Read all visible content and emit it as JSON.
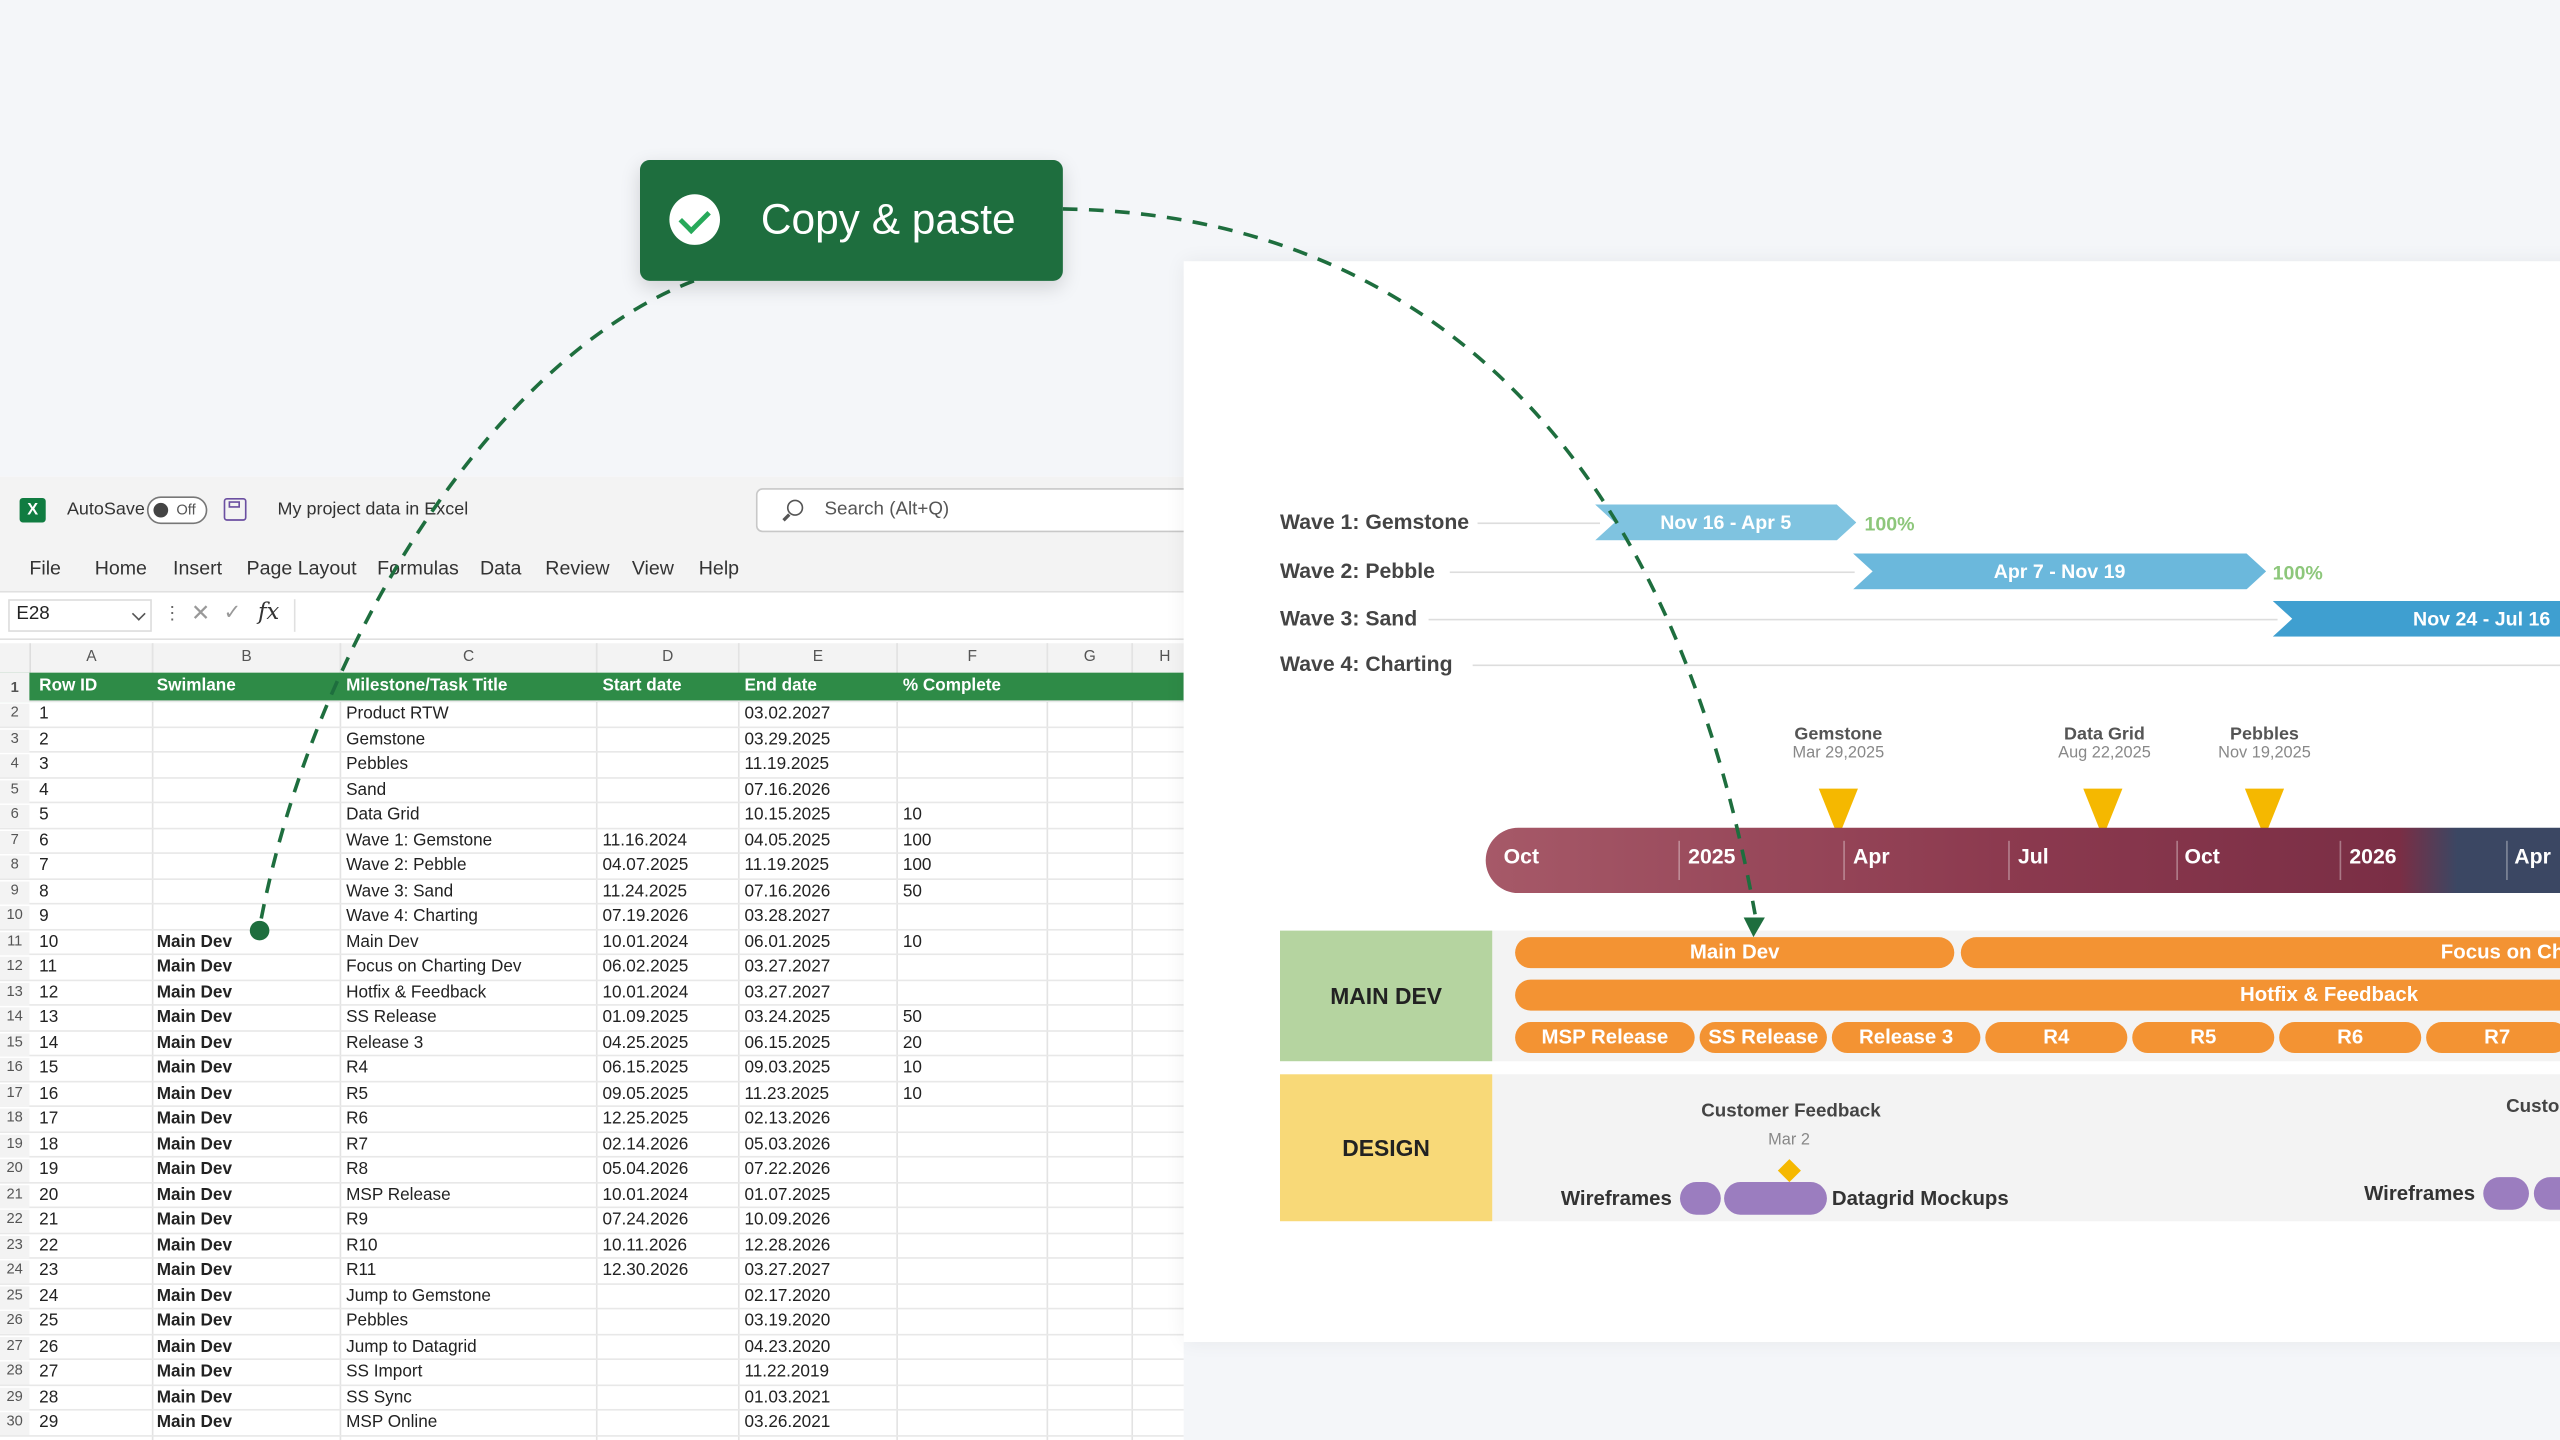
{
  "excel": {
    "autosave_label": "AutoSave",
    "toggle_state": "Off",
    "doc_name": "My project data in Excel",
    "search_placeholder": "Search (Alt+Q)",
    "menu": [
      "File",
      "Home",
      "Insert",
      "Page Layout",
      "Formulas",
      "Data",
      "Review",
      "View",
      "Help"
    ],
    "name_box": "E28",
    "columns": [
      "A",
      "B",
      "C",
      "D",
      "E",
      "F",
      "G",
      "H"
    ],
    "headers": [
      "Row ID",
      "Swimlane",
      "Milestone/Task Title",
      "Start date",
      "End date",
      "% Complete"
    ],
    "rows": [
      [
        "1",
        "",
        "Product RTW",
        "",
        "03.02.2027",
        ""
      ],
      [
        "2",
        "",
        "Gemstone",
        "",
        "03.29.2025",
        ""
      ],
      [
        "3",
        "",
        "Pebbles",
        "",
        "11.19.2025",
        ""
      ],
      [
        "4",
        "",
        "Sand",
        "",
        "07.16.2026",
        ""
      ],
      [
        "5",
        "",
        "Data Grid",
        "",
        "10.15.2025",
        "10"
      ],
      [
        "6",
        "",
        "Wave 1: Gemstone",
        "11.16.2024",
        "04.05.2025",
        "100"
      ],
      [
        "7",
        "",
        "Wave 2: Pebble",
        "04.07.2025",
        "11.19.2025",
        "100"
      ],
      [
        "8",
        "",
        "Wave 3: Sand",
        "11.24.2025",
        "07.16.2026",
        "50"
      ],
      [
        "9",
        "",
        "Wave 4: Charting",
        "07.19.2026",
        "03.28.2027",
        ""
      ],
      [
        "10",
        "Main Dev",
        "Main Dev",
        "10.01.2024",
        "06.01.2025",
        "10"
      ],
      [
        "11",
        "Main Dev",
        "Focus on Charting Dev",
        "06.02.2025",
        "03.27.2027",
        ""
      ],
      [
        "12",
        "Main Dev",
        "Hotfix & Feedback",
        "10.01.2024",
        "03.27.2027",
        ""
      ],
      [
        "13",
        "Main Dev",
        "SS Release",
        "01.09.2025",
        "03.24.2025",
        "50"
      ],
      [
        "14",
        "Main Dev",
        "Release 3",
        "04.25.2025",
        "06.15.2025",
        "20"
      ],
      [
        "15",
        "Main Dev",
        "R4",
        "06.15.2025",
        "09.03.2025",
        "10"
      ],
      [
        "16",
        "Main Dev",
        "R5",
        "09.05.2025",
        "11.23.2025",
        "10"
      ],
      [
        "17",
        "Main Dev",
        "R6",
        "12.25.2025",
        "02.13.2026",
        ""
      ],
      [
        "18",
        "Main Dev",
        "R7",
        "02.14.2026",
        "05.03.2026",
        ""
      ],
      [
        "19",
        "Main Dev",
        "R8",
        "05.04.2026",
        "07.22.2026",
        ""
      ],
      [
        "20",
        "Main Dev",
        "MSP Release",
        "10.01.2024",
        "01.07.2025",
        ""
      ],
      [
        "21",
        "Main Dev",
        "R9",
        "07.24.2026",
        "10.09.2026",
        ""
      ],
      [
        "22",
        "Main Dev",
        "R10",
        "10.11.2026",
        "12.28.2026",
        ""
      ],
      [
        "23",
        "Main Dev",
        "R11",
        "12.30.2026",
        "03.27.2027",
        ""
      ],
      [
        "24",
        "Main Dev",
        "Jump to Gemstone",
        "",
        "02.17.2020",
        ""
      ],
      [
        "25",
        "Main Dev",
        "Pebbles",
        "",
        "03.19.2020",
        ""
      ],
      [
        "26",
        "Main Dev",
        "Jump to  Datagrid",
        "",
        "04.23.2020",
        ""
      ],
      [
        "27",
        "Main Dev",
        "SS Import",
        "",
        "11.22.2019",
        ""
      ],
      [
        "28",
        "Main Dev",
        "SS Sync",
        "",
        "01.03.2021",
        ""
      ],
      [
        "29",
        "Main Dev",
        "MSP Online",
        "",
        "03.26.2021",
        ""
      ]
    ]
  },
  "badge": {
    "label": "Copy & paste"
  },
  "gantt": {
    "waves": [
      {
        "label": "Wave 1: Gemstone",
        "range": "Nov 16 - Apr 5",
        "pct": "100%",
        "color": "#7fc3e0"
      },
      {
        "label": "Wave 2: Pebble",
        "range": "Apr 7 - Nov 19",
        "pct": "100%",
        "color": "#6bb8dc"
      },
      {
        "label": "Wave 3: Sand",
        "range": "Nov 24 - Jul 16",
        "pct": "",
        "color": "#3f9fd0"
      },
      {
        "label": "Wave 4: Charting",
        "range": "",
        "pct": "",
        "color": ""
      }
    ],
    "milestones": [
      {
        "title": "Gemstone",
        "date": "Mar 29,2025"
      },
      {
        "title": "Data Grid",
        "date": "Aug 22,2025"
      },
      {
        "title": "Pebbles",
        "date": "Nov 19,2025"
      }
    ],
    "timeline": [
      "Oct",
      "2025",
      "Apr",
      "Jul",
      "Oct",
      "2026",
      "Apr"
    ],
    "main_dev": {
      "label": "MAIN DEV",
      "row1": [
        "Main Dev",
        "Focus on Charting Dev"
      ],
      "row2": "Hotfix & Feedback",
      "row3": [
        "MSP Release",
        "SS Release",
        "Release 3",
        "R4",
        "R5",
        "R6",
        "R7"
      ]
    },
    "design": {
      "label": "DESIGN",
      "milestone_title": "Customer Feedback",
      "milestone_date": "Mar 2",
      "wireframes": "Wireframes",
      "mockups": "Datagrid Mockups",
      "cut_title": "Custo",
      "wireframes2": "Wireframes"
    }
  },
  "colors": {
    "excel_green": "#2e8b47",
    "badge_green": "#1e6e3e",
    "bar_orange": "#f39333",
    "milestone_yellow": "#f5b800",
    "main_dev_lane": "#b5d4a0",
    "design_lane": "#f8d978",
    "pill_purple": "#9b7dbf"
  }
}
